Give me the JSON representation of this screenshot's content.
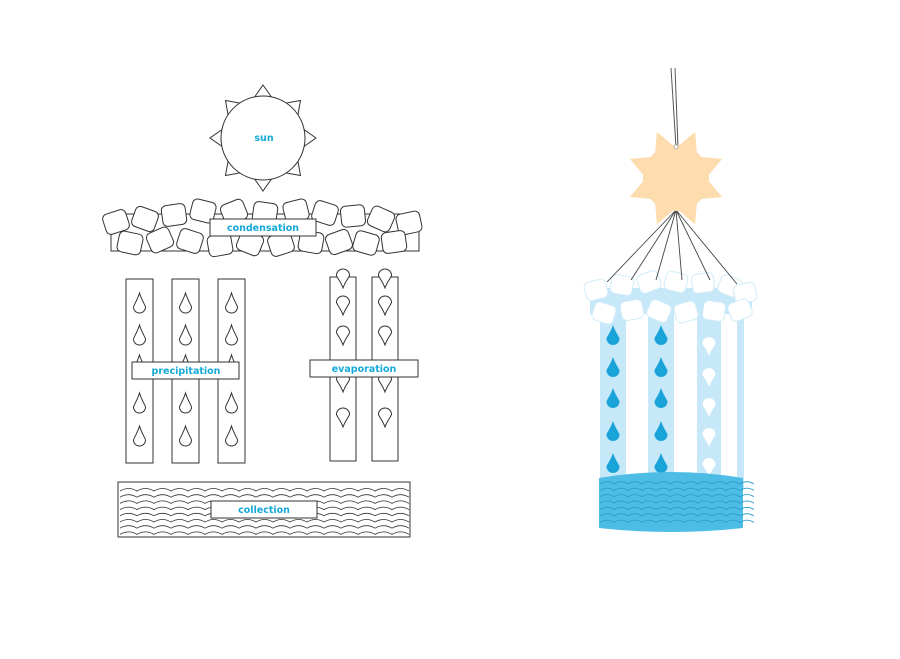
{
  "colors": {
    "outline": "#333333",
    "label_text": "#15a9d8",
    "drop_blue": "#1aa3d9",
    "strip_light": "#c6e8f8",
    "water_blue": "#4dbde6",
    "water_deep": "#2a9fcf",
    "sun_orange": "#fddcae",
    "cloud_white": "#ffffff",
    "background": "#ffffff"
  },
  "template": {
    "sun_label": "sun",
    "condensation_label": "condensation",
    "precipitation_label": "precipitation",
    "evaporation_label": "evaporation",
    "collection_label": "collection"
  },
  "mobile": {
    "sun_icon": "sun-icon",
    "cloud_icon": "cloud-icon",
    "raindrop_icon": "raindrop-icon",
    "water_icon": "water-wave-icon"
  }
}
